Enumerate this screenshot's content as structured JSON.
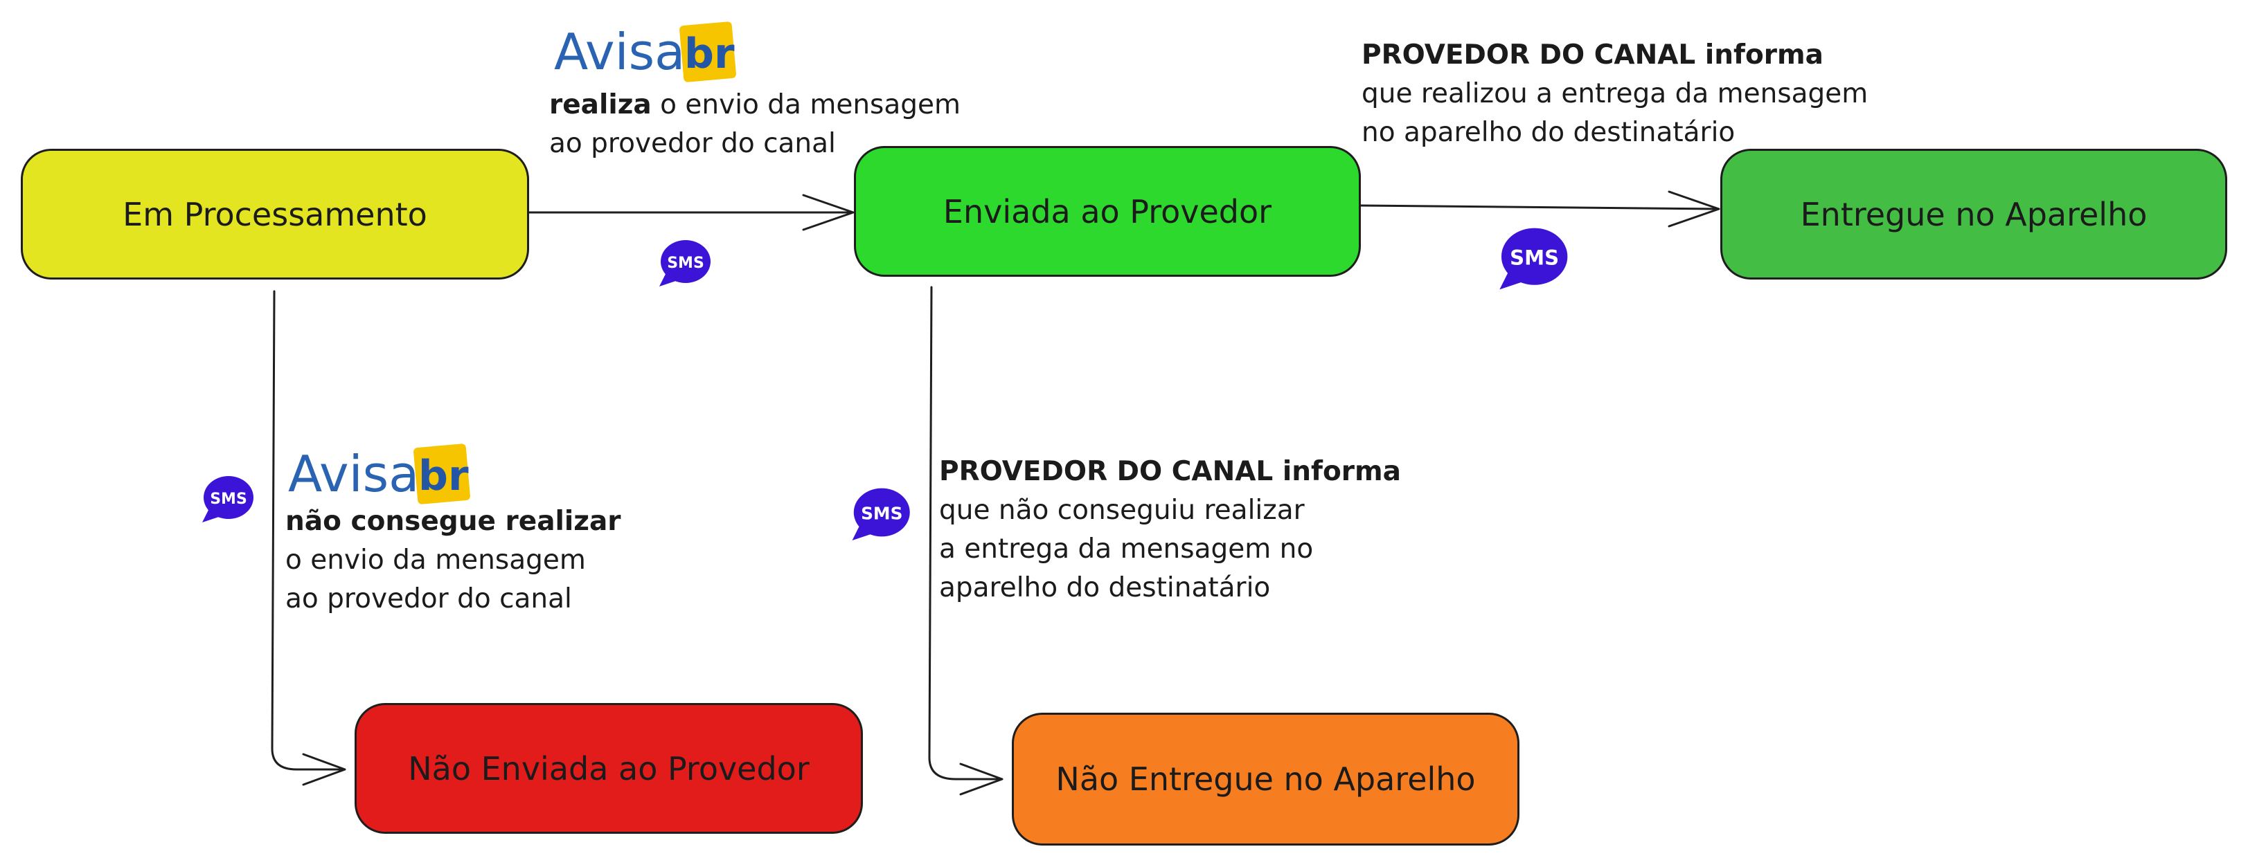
{
  "colors": {
    "processing": "#e2e520",
    "sent": "#2dd92d",
    "delivered": "#44bd44",
    "not_sent": "#e21b1b",
    "not_delivered": "#f77d21",
    "sms_icon": "#3c14d8",
    "logo_blue": "#2b63b3",
    "logo_yellow": "#f6c500"
  },
  "nodes": {
    "em_processamento": "Em Processamento",
    "enviada_provedor": "Enviada ao Provedor",
    "entregue_aparelho": "Entregue no Aparelho",
    "nao_enviada_provedor": "Não Enviada ao Provedor",
    "nao_entregue_aparelho": "Não Entregue no Aparelho"
  },
  "logo": {
    "avisa": "Avisa",
    "br": "br"
  },
  "sms_icon_label": "SMS",
  "edges": {
    "processing_to_sent": {
      "strong": "realiza",
      "rest": " o envio da mensagem",
      "line2": "ao provedor do canal"
    },
    "sent_to_delivered": {
      "strong": "PROVEDOR DO CANAL informa",
      "line1": "que realizou a entrega da mensagem",
      "line2": "no aparelho do destinatário"
    },
    "processing_to_not_sent": {
      "strong": "não consegue realizar",
      "line1": " o envio da mensagem",
      "line2": " ao provedor do canal"
    },
    "sent_to_not_delivered": {
      "strong": " PROVEDOR DO CANAL informa",
      "line1": "que não conseguiu realizar",
      "line2": "a entrega da mensagem no",
      "line3": "aparelho do destinatário"
    }
  }
}
